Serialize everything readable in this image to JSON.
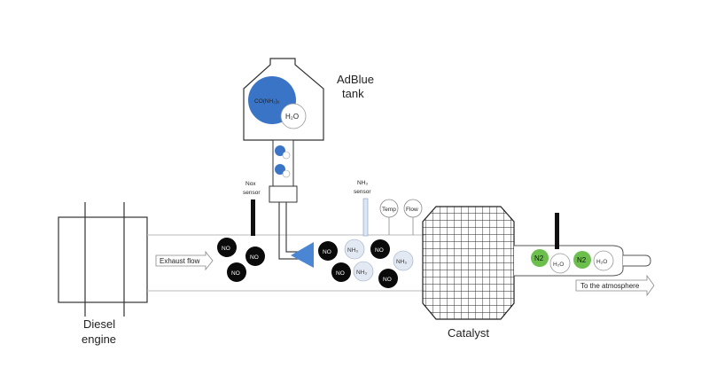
{
  "labels": {
    "tank_title_line1": "AdBlue",
    "tank_title_line2": "tank",
    "urea": "CO(NH₂)₂",
    "water": "H₂O",
    "nox_sensor_line1": "Nox",
    "nox_sensor_line2": "sensor",
    "nh3_sensor_line1": "NH₃",
    "nh3_sensor_line2": "sensor",
    "temp": "Temp",
    "flow": "Flow",
    "exhaust_flow": "Exhaust flow",
    "engine_line1": "Diesel",
    "engine_line2": "engine",
    "catalyst": "Catalyst",
    "to_atmosphere": "To the atmosphere"
  },
  "molecules": {
    "no": "NO",
    "nh3": "NH₃",
    "n2": "N2",
    "h2o": "H₂O"
  },
  "colors": {
    "no_fill": "#0a0a0a",
    "nh3_fill": "#e3e9f3",
    "n2_fill": "#6cbf4c",
    "urea_fill": "#3a74c6",
    "injector": "#4a86d4"
  }
}
